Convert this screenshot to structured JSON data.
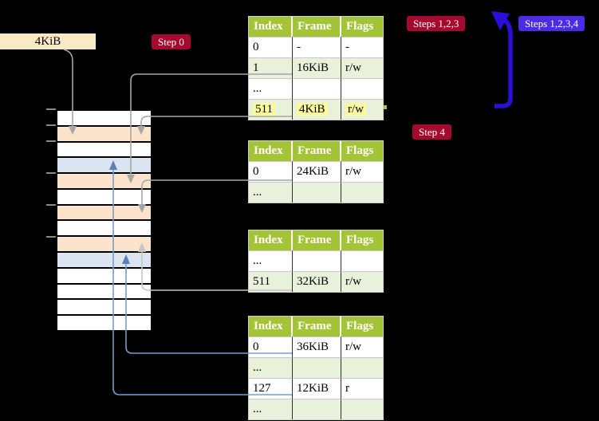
{
  "colors": {
    "background": "#000000",
    "table_header_green": "#A3C437",
    "table_row_green": "#EAF1DB",
    "highlight_yellow": "#FBFB9E",
    "badge_red": "#A50A2E",
    "badge_blue": "#4B2BE3",
    "big_arrow_blue": "#2B0FD8",
    "connector_gray": "#A6A6A6",
    "connector_light_gray": "#C6C6C6",
    "connector_blue": "#7A9BD0",
    "memory_orange": "#FBE3CC",
    "memory_blue": "#DBE5F1",
    "frame_label_tan": "#FAE9C5"
  },
  "labels": {
    "frame_size": "4KiB",
    "step0": "Step 0",
    "steps123": "Steps 1,2,3",
    "steps1234": "Steps 1,2,3,4",
    "step4": "Step 4"
  },
  "tables": [
    {
      "id": "page-table-level4",
      "headers": [
        "Index",
        "Frame",
        "Flags"
      ],
      "rows": [
        {
          "cells": [
            "0",
            "-",
            "-"
          ],
          "shade": false,
          "highlight": false
        },
        {
          "cells": [
            "1",
            "16KiB",
            "r/w"
          ],
          "shade": true,
          "highlight": false
        },
        {
          "cells": [
            "...",
            "",
            ""
          ],
          "shade": false,
          "highlight": false
        },
        {
          "cells": [
            "511",
            "4KiB",
            "r/w"
          ],
          "shade": true,
          "highlight": true
        }
      ]
    },
    {
      "id": "page-table-level3",
      "headers": [
        "Index",
        "Frame",
        "Flags"
      ],
      "rows": [
        {
          "cells": [
            "0",
            "24KiB",
            "r/w"
          ],
          "shade": false,
          "highlight": false
        },
        {
          "cells": [
            "...",
            "",
            ""
          ],
          "shade": true,
          "highlight": false
        }
      ]
    },
    {
      "id": "page-table-level2",
      "headers": [
        "Index",
        "Frame",
        "Flags"
      ],
      "rows": [
        {
          "cells": [
            "...",
            "",
            ""
          ],
          "shade": false,
          "highlight": false
        },
        {
          "cells": [
            "511",
            "32KiB",
            "r/w"
          ],
          "shade": true,
          "highlight": false
        }
      ]
    },
    {
      "id": "page-table-level1",
      "headers": [
        "Index",
        "Frame",
        "Flags"
      ],
      "rows": [
        {
          "cells": [
            "0",
            "36KiB",
            "r/w"
          ],
          "shade": false,
          "highlight": false
        },
        {
          "cells": [
            "...",
            "",
            ""
          ],
          "shade": true,
          "highlight": false
        },
        {
          "cells": [
            "127",
            "12KiB",
            "r"
          ],
          "shade": false,
          "highlight": false
        },
        {
          "cells": [
            "...",
            "",
            ""
          ],
          "shade": true,
          "highlight": false
        }
      ]
    }
  ],
  "memory": {
    "rows": [
      {
        "color": "white"
      },
      {
        "color": "orange"
      },
      {
        "color": "white"
      },
      {
        "color": "blue"
      },
      {
        "color": "orange"
      },
      {
        "color": "white"
      },
      {
        "color": "orange"
      },
      {
        "color": "white"
      },
      {
        "color": "orange"
      },
      {
        "color": "blue"
      },
      {
        "color": "white"
      },
      {
        "color": "white"
      },
      {
        "color": "white"
      },
      {
        "color": "white"
      }
    ],
    "ticks": [
      136,
      156,
      176,
      216,
      256,
      296
    ]
  }
}
